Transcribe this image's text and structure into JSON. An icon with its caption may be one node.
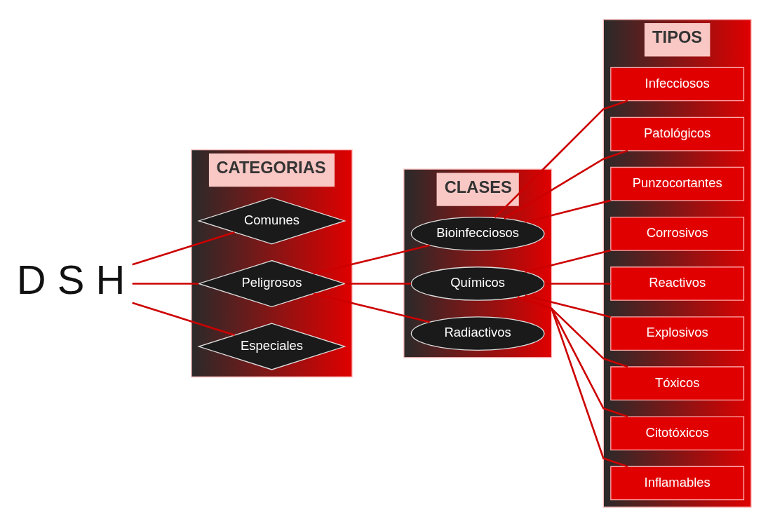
{
  "diagram": {
    "nodes": [
      {
        "text": [
          "CATEGORIAS"
        ]
      },
      {
        "text": [
          "CLASES"
        ]
      },
      {
        "text": [
          "TIPOS"
        ]
      },
      {
        "text": [
          "D S H"
        ]
      },
      {
        "text": [
          "Comunes"
        ],
        "in": 0
      },
      {
        "text": [
          "Peligrosos"
        ],
        "in": 0
      },
      {
        "text": [
          "Especiales"
        ],
        "in": 0
      },
      {
        "text": [
          "Bioinfecciosos"
        ],
        "in": 1
      },
      {
        "text": [
          "Químicos"
        ],
        "in": 1
      },
      {
        "text": [
          "Radiactivos"
        ],
        "in": 1
      },
      {
        "text": [
          "Infecciosos"
        ],
        "in": 2
      },
      {
        "text": [
          "Patológicos"
        ],
        "in": 2
      },
      {
        "text": [
          "Punzocortantes"
        ],
        "in": 2
      },
      {
        "text": [
          "Corrosivos"
        ],
        "in": 2
      },
      {
        "text": [
          "Reactivos"
        ],
        "in": 2
      },
      {
        "text": [
          "Explosivos"
        ],
        "in": 2
      },
      {
        "text": [
          "Tóxicos"
        ],
        "in": 2
      },
      {
        "text": [
          "Citotóxicos"
        ],
        "in": 2
      },
      {
        "text": [
          "Inflamables"
        ],
        "in": 2
      }
    ],
    "edges": [
      {
        "from": 3,
        "to": 4,
        "arrow": "none"
      },
      {
        "from": 3,
        "to": 5,
        "arrow": "none"
      },
      {
        "from": 3,
        "to": 6,
        "arrow": "none"
      },
      {
        "from": 5,
        "to": 7,
        "arrow": "none"
      },
      {
        "from": 5,
        "to": 8,
        "arrow": "none"
      },
      {
        "from": 5,
        "to": 9,
        "arrow": "none"
      },
      {
        "from": 7,
        "to": 10,
        "arrow": "none"
      },
      {
        "from": 7,
        "to": 11,
        "arrow": "none"
      },
      {
        "from": 7,
        "to": 12,
        "arrow": "none"
      },
      {
        "from": 8,
        "to": 13,
        "arrow": "none"
      },
      {
        "from": 8,
        "to": 14,
        "arrow": "none"
      },
      {
        "from": 8,
        "to": 15,
        "arrow": "none"
      },
      {
        "from": 8,
        "to": 16,
        "arrow": "none"
      },
      {
        "from": 8,
        "to": 17,
        "arrow": "none"
      },
      {
        "from": 8,
        "to": 18,
        "arrow": "none"
      }
    ]
  }
}
